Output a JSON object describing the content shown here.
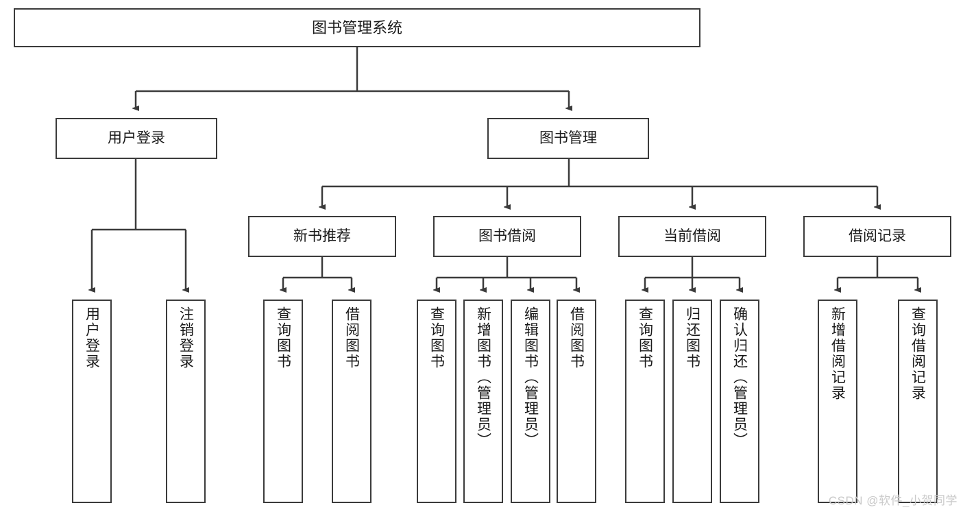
{
  "diagram": {
    "type": "tree",
    "title": "图书管理系统",
    "watermark": "CSDN @软件_小贺同学",
    "colors": {
      "box_border": "#3b3b3b",
      "box_fill": "#ffffff",
      "line": "#3b3b3b",
      "text": "#1a1a1a",
      "watermark": "#c9c9c9"
    },
    "nodes": {
      "root": "图书管理系统",
      "level2": [
        "用户登录",
        "图书管理"
      ],
      "level3": [
        "新书推荐",
        "图书借阅",
        "当前借阅",
        "借阅记录"
      ],
      "leaves_user_login": [
        "用户登录",
        "注销登录"
      ],
      "leaves_new_books": [
        "查询图书",
        "借阅图书"
      ],
      "leaves_borrow": [
        "查询图书",
        "新增图书（管理员）",
        "编辑图书（管理员）",
        "借阅图书"
      ],
      "leaves_current": [
        "查询图书",
        "归还图书",
        "确认归还（管理员）"
      ],
      "leaves_records": [
        "新增借阅记录",
        "查询借阅记录"
      ]
    }
  }
}
